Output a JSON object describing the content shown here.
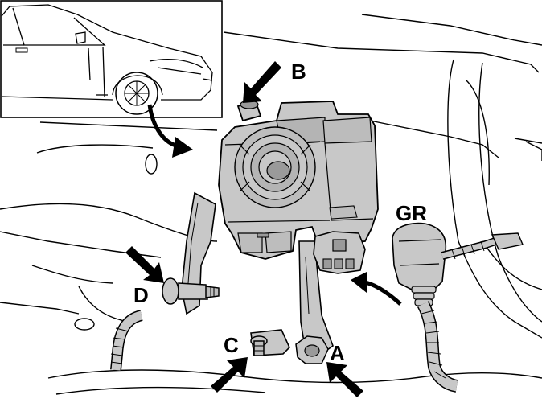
{
  "callouts": {
    "a": "A",
    "b": "B",
    "c": "C",
    "d": "D",
    "gr": "GR"
  },
  "colors": {
    "module_fill": "#c8c8c8",
    "module_shade": "#9a9a9a",
    "line": "#000000",
    "background": "#ffffff"
  }
}
